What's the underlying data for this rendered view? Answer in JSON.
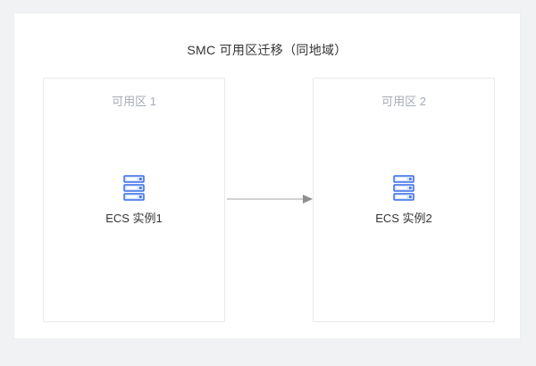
{
  "diagram": {
    "title": "SMC 可用区迁移（同地域）",
    "zones": [
      {
        "label": "可用区 1",
        "node": {
          "icon": "ecs-server-icon",
          "label": "ECS 实例1"
        }
      },
      {
        "label": "可用区 2",
        "node": {
          "icon": "ecs-server-icon",
          "label": "ECS 实例2"
        }
      }
    ],
    "arrow": {
      "direction": "left-to-right",
      "from": "ECS 实例1",
      "to": "ECS 实例2"
    },
    "colors": {
      "page_background": "#f1f2f3",
      "card_background": "#ffffff",
      "zone_border": "#e9e9e9",
      "zone_label_text": "#a6abb5",
      "primary_text": "#333333",
      "icon_blue": "#3a6ce8",
      "icon_fill": "#d6e2fa",
      "arrow_line": "#a6a6a6",
      "arrow_head": "#8f8f8f"
    }
  }
}
